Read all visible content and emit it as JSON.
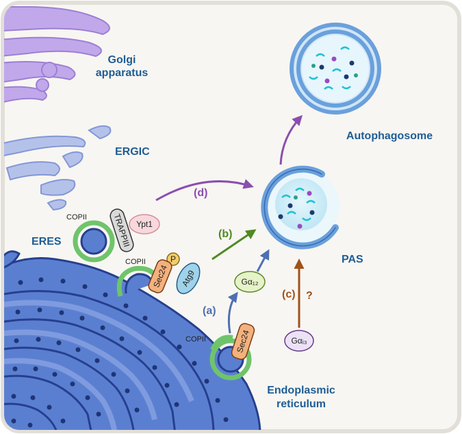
{
  "labels": {
    "golgi_line1": "Golgi",
    "golgi_line2": "apparatus",
    "ergic": "ERGIC",
    "eres": "ERES",
    "copii_top": "COPII",
    "copii_mid": "COPII",
    "copii_bottom": "COPII",
    "trapp": "TRAPPIII",
    "ypt1": "Ypt1",
    "p": "P",
    "sec24_mid": "Sec24",
    "sec24_bottom": "Sec24",
    "atg9": "Atg9",
    "galpha12": "Gα₁₂",
    "galphai3": "Gαᵢ₃",
    "pas": "PAS",
    "autophagosome": "Autophagosome",
    "er_line1": "Endoplasmic",
    "er_line2": "reticulum"
  },
  "steps": {
    "a": "(a)",
    "b": "(b)",
    "c": "(c)",
    "d": "(d)",
    "question": "?"
  },
  "colors": {
    "er": "#5b7fd0",
    "er_dark": "#263f8f",
    "copii": "#6fc46b",
    "golgi": "#b69be0",
    "ergic": "#9aaee0",
    "arrow_a": "#4f6fb3",
    "arrow_b": "#4f8a22",
    "arrow_c": "#a0521a",
    "arrow_d": "#8a4fae",
    "label_blue": "#1f5d95"
  }
}
